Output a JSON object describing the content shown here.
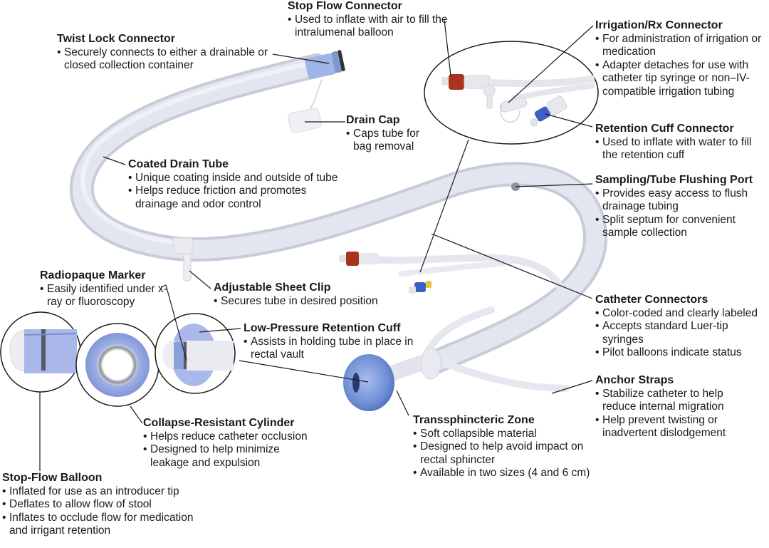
{
  "diagram": {
    "subject": "Fecal management system catheter components",
    "colors": {
      "tube": "#dde0ea",
      "tube_shade": "#b9bfd1",
      "cuff_blue": "#6f8fd6",
      "stopflow_red": "#a8341f",
      "retention_blue": "#3e5fc4",
      "leader_line": "#1a1a1a"
    },
    "callouts": [
      {
        "id": "stop-flow-connector",
        "title": "Stop Flow Connector",
        "bullets": [
          "Used to inflate with air to fill the intralumenal balloon"
        ]
      },
      {
        "id": "twist-lock-connector",
        "title": "Twist Lock Connector",
        "bullets": [
          "Securely connects to either a drainable or closed collection container"
        ]
      },
      {
        "id": "irrigation-rx-connector",
        "title": "Irrigation/Rx Connector",
        "bullets": [
          "For administration of irrigation or medication",
          "Adapter detaches for use with catheter tip syringe or non–IV-compatible irrigation tubing"
        ]
      },
      {
        "id": "drain-cap",
        "title": "Drain Cap",
        "bullets": [
          "Caps tube for bag removal"
        ]
      },
      {
        "id": "retention-cuff-connector",
        "title": "Retention Cuff Connector",
        "bullets": [
          "Used to inflate with water to fill the retention cuff"
        ]
      },
      {
        "id": "coated-drain-tube",
        "title": "Coated Drain Tube",
        "bullets": [
          "Unique coating inside and outside of tube",
          "Helps reduce friction and promotes drainage and odor control"
        ]
      },
      {
        "id": "sampling-tube-flushing-port",
        "title": "Sampling/Tube Flushing Port",
        "bullets": [
          "Provides easy access to flush drainage tubing",
          "Split septum for convenient sample collection"
        ]
      },
      {
        "id": "radiopaque-marker",
        "title": "Radiopaque Marker",
        "bullets": [
          "Easily identified under x-ray or fluoroscopy"
        ]
      },
      {
        "id": "adjustable-sheet-clip",
        "title": "Adjustable Sheet Clip",
        "bullets": [
          "Secures tube in desired position"
        ]
      },
      {
        "id": "catheter-connectors",
        "title": "Catheter Connectors",
        "bullets": [
          "Color-coded and clearly labeled",
          "Accepts standard Luer-tip syringes",
          "Pilot balloons indicate status"
        ]
      },
      {
        "id": "low-pressure-retention-cuff",
        "title": "Low-Pressure Retention Cuff",
        "bullets": [
          "Assists in holding tube in place in rectal vault"
        ]
      },
      {
        "id": "anchor-straps",
        "title": "Anchor Straps",
        "bullets": [
          "Stabilize catheter to help reduce internal migration",
          "Help prevent twisting or inadvertent dislodgement"
        ]
      },
      {
        "id": "collapse-resistant-cylinder",
        "title": "Collapse-Resistant Cylinder",
        "bullets": [
          "Helps reduce catheter occlusion",
          "Designed to help minimize leakage and expulsion"
        ]
      },
      {
        "id": "transsphincteric-zone",
        "title": "Transsphincteric Zone",
        "bullets": [
          "Soft collapsible material",
          "Designed to help avoid impact on rectal sphincter",
          "Available in two sizes (4 and 6 cm)"
        ]
      },
      {
        "id": "stop-flow-balloon",
        "title": "Stop-Flow Balloon",
        "bullets": [
          "Inflated for use as an introducer tip",
          "Deflates to allow flow of stool",
          "Inflates to occlude flow for medication and irrigant retention"
        ]
      }
    ]
  }
}
